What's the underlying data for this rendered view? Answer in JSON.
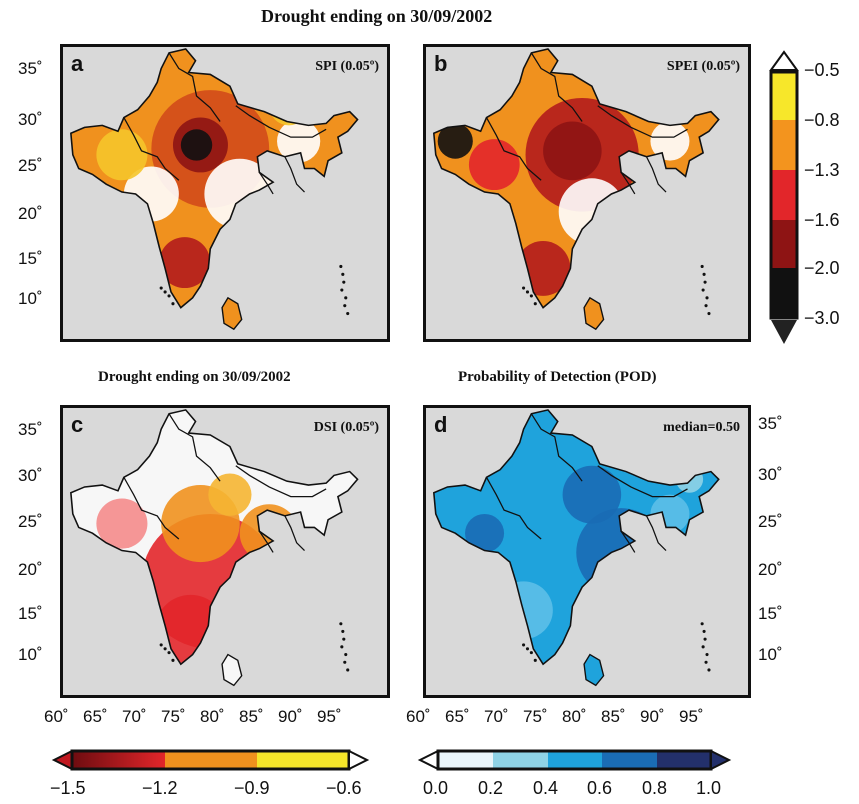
{
  "titles": {
    "top": "Drought ending on 30/09/2002",
    "c": "Drought ending on 30/09/2002",
    "d": "Probability of Detection (POD)"
  },
  "panels": [
    {
      "id": "a",
      "label": "a",
      "tag": "SPI (0.05º)",
      "scheme": "spi"
    },
    {
      "id": "b",
      "label": "b",
      "tag": "SPEI (0.05º)",
      "scheme": "spei"
    },
    {
      "id": "c",
      "label": "c",
      "tag": "DSI (0.05º)",
      "scheme": "dsi"
    },
    {
      "id": "d",
      "label": "d",
      "tag": "median=0.50",
      "scheme": "pod"
    }
  ],
  "axes": {
    "lat_ticks": [
      "35˚",
      "30˚",
      "25˚",
      "20˚",
      "15˚",
      "10˚"
    ],
    "lon_ticks": [
      "60˚",
      "65˚",
      "70˚",
      "75˚",
      "80˚",
      "85˚",
      "90˚",
      "95˚"
    ]
  },
  "colorbars": {
    "spi_spei": {
      "labels": [
        "−0.5",
        "−0.8",
        "−1.3",
        "−1.6",
        "−2.0",
        "−3.0"
      ],
      "colors": [
        "#f7e72a",
        "#f3941e",
        "#e2262a",
        "#8e1414",
        "#111111"
      ]
    },
    "dsi": {
      "labels": [
        "−1.5",
        "−1.2",
        "−0.9",
        "−0.6"
      ],
      "colors": [
        "#c01820",
        "#f0911e",
        "#f5e52a"
      ]
    },
    "pod": {
      "labels": [
        "0.0",
        "0.2",
        "0.4",
        "0.6",
        "0.8",
        "1.0"
      ],
      "colors": [
        "#eaf6fb",
        "#8fd3e6",
        "#1fa3dc",
        "#1a6cb5",
        "#23306b"
      ]
    }
  },
  "colors": {
    "background": "#d9d9d9",
    "border": "#111111"
  }
}
